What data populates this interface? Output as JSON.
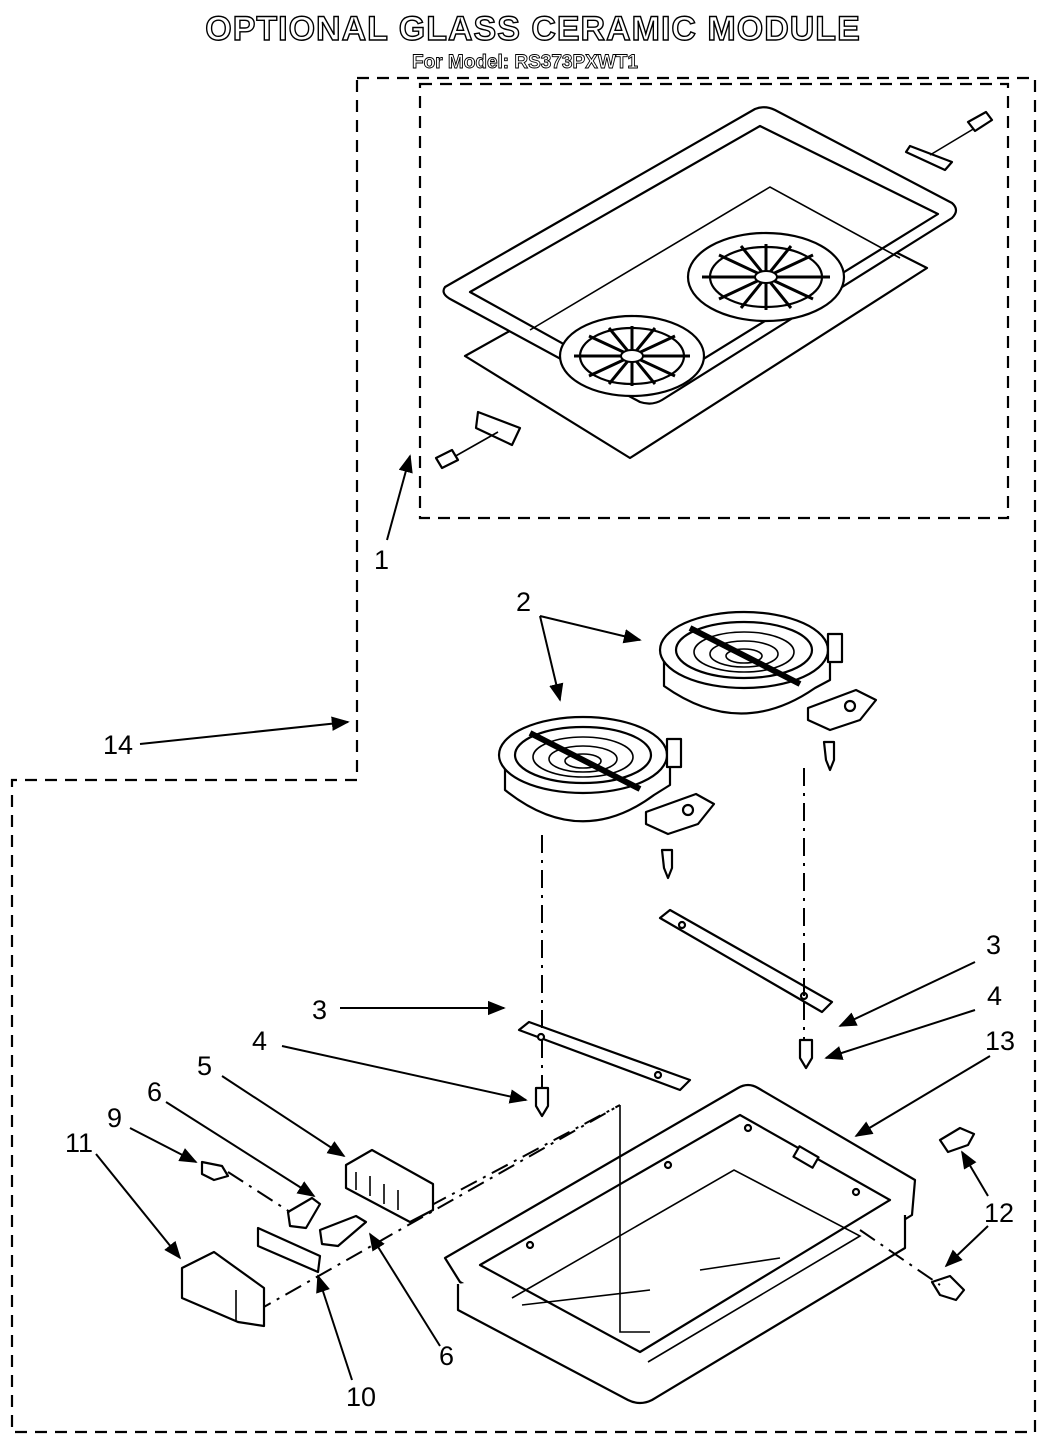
{
  "header": {
    "title": "OPTIONAL GLASS CERAMIC MODULE",
    "subtitle": "For Model: RS373PXWT1"
  },
  "callouts": {
    "c1": "1",
    "c2": "2",
    "c3a": "3",
    "c3b": "3",
    "c4a": "4",
    "c4b": "4",
    "c5": "5",
    "c6a": "6",
    "c6b": "6",
    "c9": "9",
    "c10": "10",
    "c11": "11",
    "c12": "12",
    "c13": "13",
    "c14": "14"
  }
}
